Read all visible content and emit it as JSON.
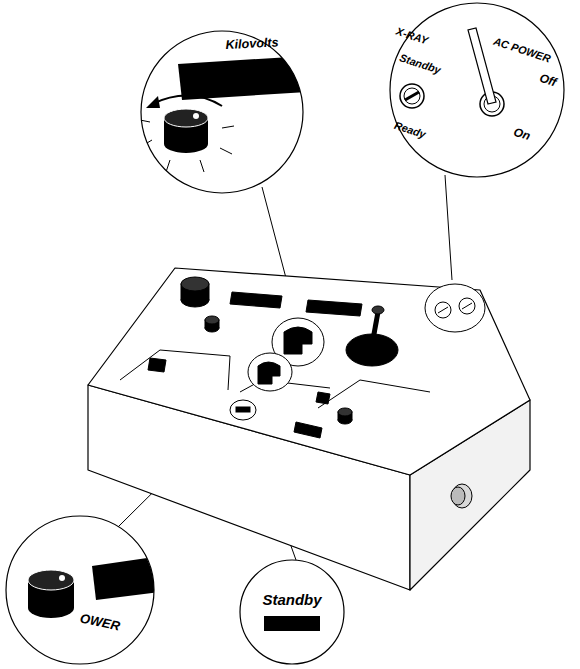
{
  "diagram": {
    "nodes": [
      {
        "text": [
          "Kilovolts"
        ]
      },
      {
        "text": [
          "X-RAY",
          "Standby",
          "Ready",
          "AC POWER",
          "Off",
          "On"
        ]
      },
      {
        "text": [
          "OWER"
        ]
      },
      {
        "text": [
          "Standby"
        ]
      }
    ]
  }
}
